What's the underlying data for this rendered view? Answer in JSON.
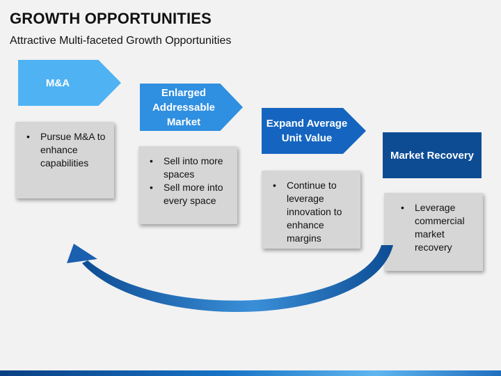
{
  "header": {
    "title": "GROWTH OPPORTUNITIES",
    "subtitle": "Attractive Multi-faceted Growth Opportunities"
  },
  "stages": [
    {
      "label_lines": [
        "M&A"
      ],
      "color": "#4fb3f3",
      "bullets": [
        "Pursue M&A to enhance capabilities"
      ]
    },
    {
      "label_lines": [
        "Enlarged",
        "Addressable",
        "Market"
      ],
      "color": "#2f8fe0",
      "bullets": [
        "Sell into more spaces",
        "Sell more into every space"
      ]
    },
    {
      "label_lines": [
        "Expand Average",
        "Unit Value"
      ],
      "color": "#1565c0",
      "bullets": [
        "Continue to leverage innovation to enhance margins"
      ]
    },
    {
      "label_lines": [
        "Market Recovery"
      ],
      "color": "#0d4c93",
      "bullets": [
        "Leverage commercial market recovery"
      ]
    }
  ],
  "colors": {
    "curve_dark": "#0d4c93",
    "curve_light": "#3a8fd8"
  }
}
